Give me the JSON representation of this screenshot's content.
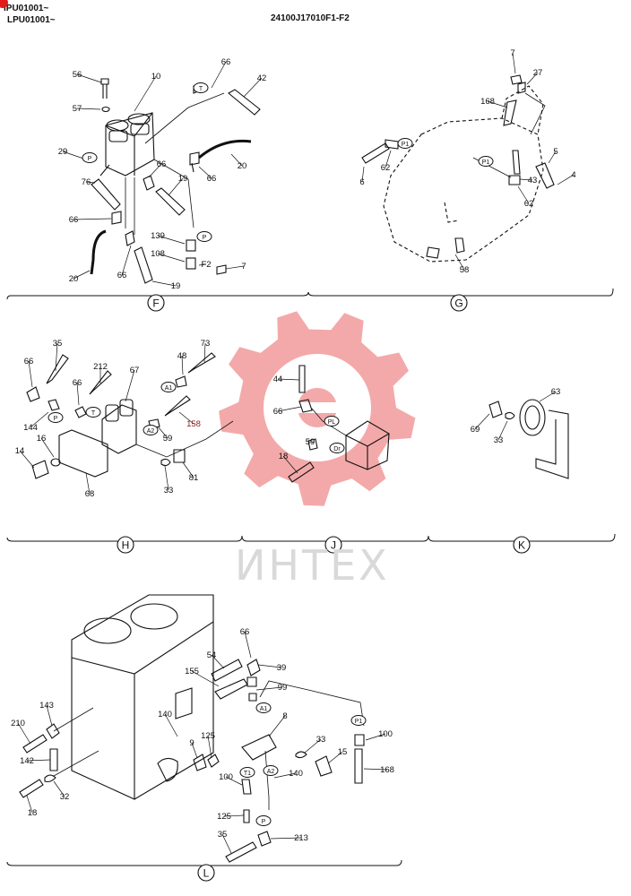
{
  "header": {
    "serial_1": "IPU01001~",
    "serial_2": "LPU01001~",
    "drawing_code": "24100J17010F1-F2"
  },
  "watermark": {
    "text": "ИНТЕХ",
    "logo_icon": "gear-logo-icon",
    "color": "#f2a0a0"
  },
  "sections": [
    {
      "letter": "F"
    },
    {
      "letter": "G"
    },
    {
      "letter": "H"
    },
    {
      "letter": "J"
    },
    {
      "letter": "K"
    },
    {
      "letter": "L"
    }
  ],
  "callouts": {
    "F": [
      {
        "id": "f1",
        "text": "56"
      },
      {
        "id": "f2",
        "text": "10"
      },
      {
        "id": "f3",
        "text": "66"
      },
      {
        "id": "f4",
        "text": "42"
      },
      {
        "id": "f5",
        "text": "57"
      },
      {
        "id": "f6",
        "text": "29"
      },
      {
        "id": "f7",
        "text": "66"
      },
      {
        "id": "f8",
        "text": "20"
      },
      {
        "id": "f9",
        "text": "19"
      },
      {
        "id": "f10",
        "text": "66"
      },
      {
        "id": "f11",
        "text": "76"
      },
      {
        "id": "f12",
        "text": "66"
      },
      {
        "id": "f13",
        "text": "139"
      },
      {
        "id": "f14",
        "text": "108"
      },
      {
        "id": "f15",
        "text": "F2"
      },
      {
        "id": "f16",
        "text": "7"
      },
      {
        "id": "f17",
        "text": "20"
      },
      {
        "id": "f18",
        "text": "66"
      },
      {
        "id": "f19",
        "text": "19"
      }
    ],
    "G": [
      {
        "id": "g1",
        "text": "7"
      },
      {
        "id": "g2",
        "text": "27"
      },
      {
        "id": "g3",
        "text": "168"
      },
      {
        "id": "g4",
        "text": "62"
      },
      {
        "id": "g5",
        "text": "6"
      },
      {
        "id": "g6",
        "text": "5"
      },
      {
        "id": "g7",
        "text": "4"
      },
      {
        "id": "g8",
        "text": "43"
      },
      {
        "id": "g9",
        "text": "62"
      },
      {
        "id": "g10",
        "text": "58"
      }
    ],
    "H": [
      {
        "id": "h1",
        "text": "35"
      },
      {
        "id": "h2",
        "text": "66"
      },
      {
        "id": "h3",
        "text": "212"
      },
      {
        "id": "h4",
        "text": "67"
      },
      {
        "id": "h5",
        "text": "48"
      },
      {
        "id": "h6",
        "text": "73"
      },
      {
        "id": "h7",
        "text": "66"
      },
      {
        "id": "h8",
        "text": "144"
      },
      {
        "id": "h9",
        "text": "158"
      },
      {
        "id": "h10",
        "text": "16"
      },
      {
        "id": "h11",
        "text": "59"
      },
      {
        "id": "h12",
        "text": "14"
      },
      {
        "id": "h13",
        "text": "81"
      },
      {
        "id": "h14",
        "text": "33"
      },
      {
        "id": "h15",
        "text": "68"
      }
    ],
    "J": [
      {
        "id": "j1",
        "text": "44"
      },
      {
        "id": "j2",
        "text": "66"
      },
      {
        "id": "j3",
        "text": "59"
      },
      {
        "id": "j4",
        "text": "18"
      }
    ],
    "K": [
      {
        "id": "k1",
        "text": "63"
      },
      {
        "id": "k2",
        "text": "69"
      },
      {
        "id": "k3",
        "text": "33"
      }
    ],
    "L": [
      {
        "id": "l1",
        "text": "66"
      },
      {
        "id": "l2",
        "text": "54"
      },
      {
        "id": "l3",
        "text": "39"
      },
      {
        "id": "l4",
        "text": "155"
      },
      {
        "id": "l5",
        "text": "99"
      },
      {
        "id": "l6",
        "text": "143"
      },
      {
        "id": "l7",
        "text": "8"
      },
      {
        "id": "l8",
        "text": "210"
      },
      {
        "id": "l9",
        "text": "140"
      },
      {
        "id": "l10",
        "text": "125"
      },
      {
        "id": "l11",
        "text": "33"
      },
      {
        "id": "l12",
        "text": "100"
      },
      {
        "id": "l13",
        "text": "9"
      },
      {
        "id": "l14",
        "text": "15"
      },
      {
        "id": "l15",
        "text": "142"
      },
      {
        "id": "l16",
        "text": "168"
      },
      {
        "id": "l17",
        "text": "100"
      },
      {
        "id": "l18",
        "text": "140"
      },
      {
        "id": "l19",
        "text": "32"
      },
      {
        "id": "l20",
        "text": "18"
      },
      {
        "id": "l21",
        "text": "125"
      },
      {
        "id": "l22",
        "text": "35"
      },
      {
        "id": "l23",
        "text": "213"
      }
    ]
  },
  "port_tags": [
    {
      "id": "t1",
      "text": "T"
    },
    {
      "id": "t2",
      "text": "P"
    },
    {
      "id": "t3",
      "text": "P"
    },
    {
      "id": "t4",
      "text": "P1"
    },
    {
      "id": "t5",
      "text": "P1"
    },
    {
      "id": "t6",
      "text": "P"
    },
    {
      "id": "t7",
      "text": "T"
    },
    {
      "id": "t8",
      "text": "A1"
    },
    {
      "id": "t9",
      "text": "A2"
    },
    {
      "id": "t10",
      "text": "PL"
    },
    {
      "id": "t11",
      "text": "Dr"
    },
    {
      "id": "t12",
      "text": "A1"
    },
    {
      "id": "t13",
      "text": "P1"
    },
    {
      "id": "t14",
      "text": "T1"
    },
    {
      "id": "t15",
      "text": "A2"
    },
    {
      "id": "t16",
      "text": "P"
    }
  ]
}
